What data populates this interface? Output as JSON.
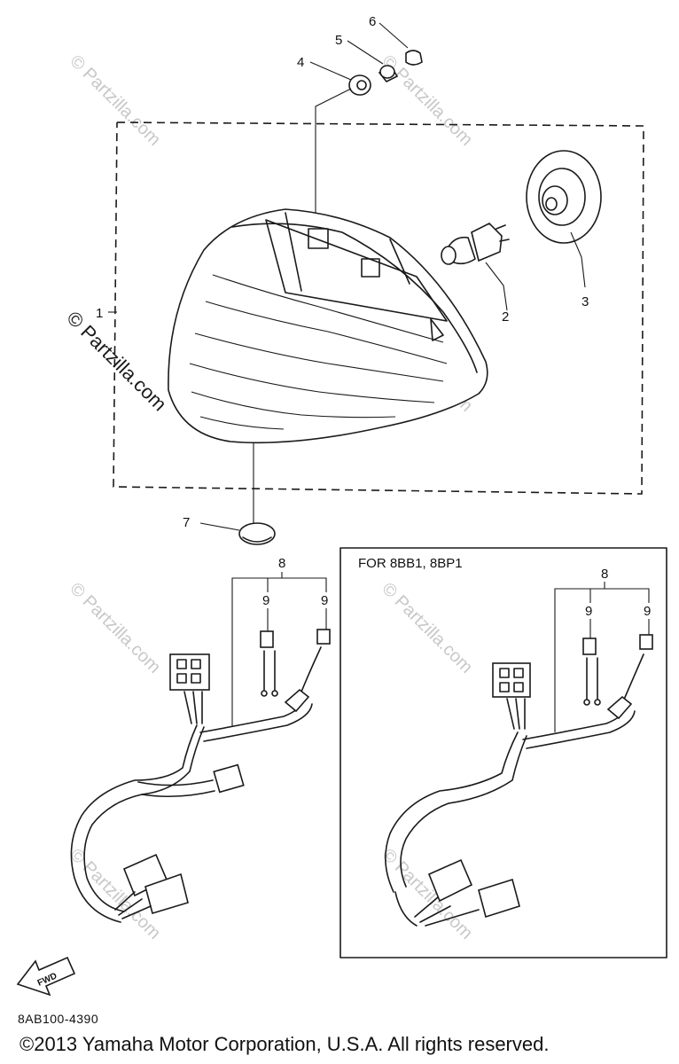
{
  "diagram": {
    "callouts": [
      "1",
      "2",
      "3",
      "4",
      "5",
      "6",
      "7",
      "8",
      "9"
    ],
    "inset_box_title": "FOR 8BB1, 8BP1",
    "fwd_label": "FWD",
    "watermark": "© Partzilla.com",
    "code": "8AB100-4390"
  },
  "footer": {
    "copyright": "©2013 Yamaha Motor Corporation, U.S.A. All rights reserved."
  }
}
